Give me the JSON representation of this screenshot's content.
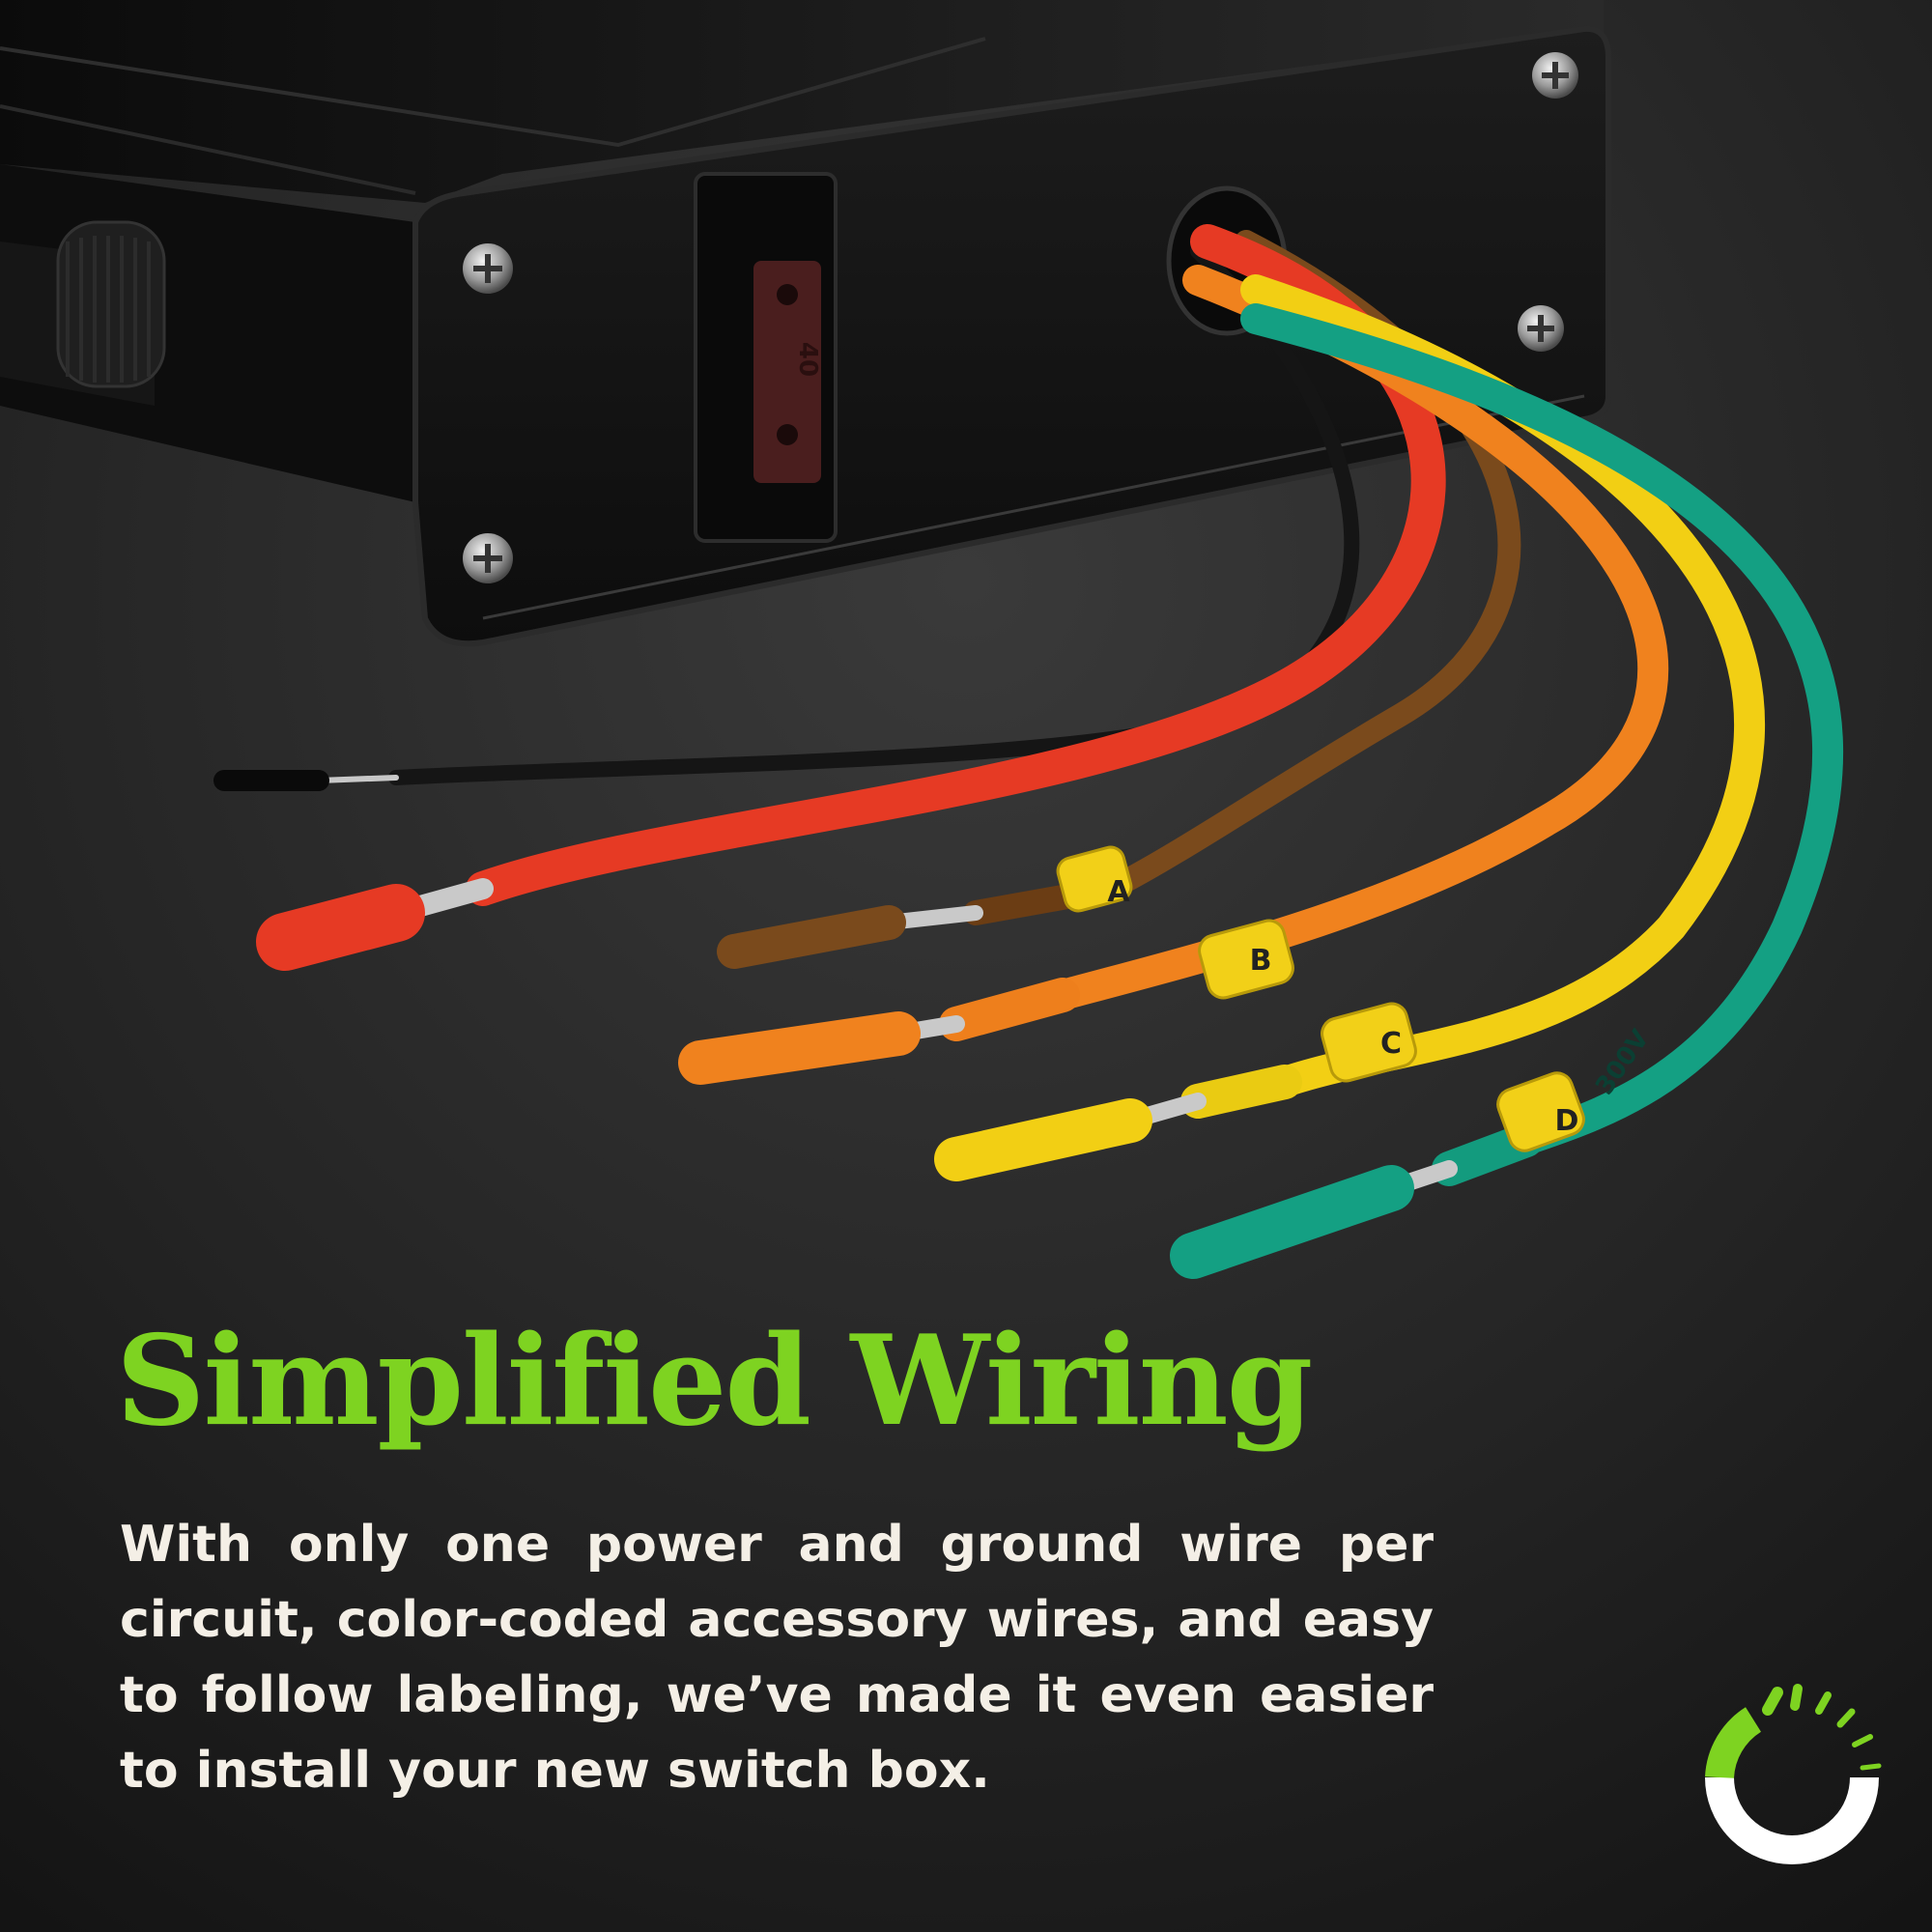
{
  "headline": "Simplified Wiring",
  "body_text": "With only one power and ground wire per circuit, color-coded accessory wires, and easy to follow labeling, we’ve made it even easier to install your new switch box.",
  "fuse_rating": "40",
  "wire_markers": [
    "A",
    "B",
    "C",
    "D"
  ],
  "wire_print": "300V",
  "colors": {
    "background": "#1b1b1b",
    "headline": "#7ed321",
    "body_text": "#f4efe6",
    "housing": "#121212",
    "wire_black": "#151515",
    "wire_red": "#e63a24",
    "wire_brown": "#7a4a1c",
    "wire_orange": "#f0821e",
    "wire_yellow": "#f2cf14",
    "wire_green": "#14a083",
    "marker": "#f2d018",
    "logo_green": "#7ed321",
    "logo_white": "#ffffff"
  }
}
